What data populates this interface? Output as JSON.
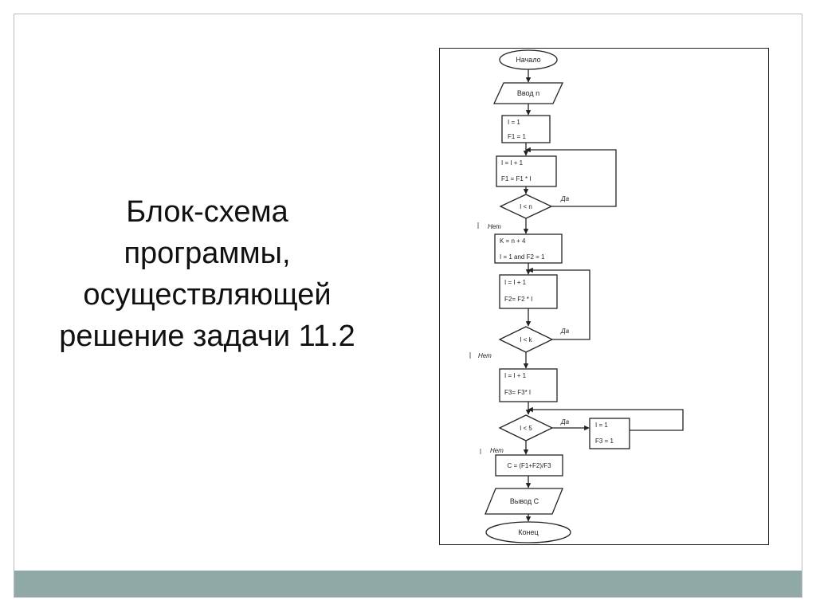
{
  "slide": {
    "title_lines": [
      "Блок-схема",
      "программы,",
      "осуществляющей",
      "решение задачи 11.2"
    ]
  },
  "flowchart": {
    "start": "Начало",
    "input": "Ввод n",
    "init": [
      "I = 1",
      "F1 = 1"
    ],
    "loop1_body": [
      "I = I + 1",
      "F1 = F1 * I"
    ],
    "cond1": "I < n",
    "setup2": [
      "K = n + 4",
      "I = 1 and F2 = 1"
    ],
    "loop2_body": [
      "I = I + 1",
      "F2= F2 * I"
    ],
    "cond2": "I < k",
    "loop3_body": [
      "I = I + 1",
      "F3= F3* I"
    ],
    "cond3": "I < 5",
    "reset_box": [
      "I = 1",
      "F3 = 1"
    ],
    "calc": "C = (F1+F2)/F3",
    "output": "Вывод C",
    "end": "Конец",
    "yes_label": "Да",
    "no_label": "Нет",
    "colors": {
      "stroke": "#222222",
      "band": "#8fa9a6"
    }
  }
}
